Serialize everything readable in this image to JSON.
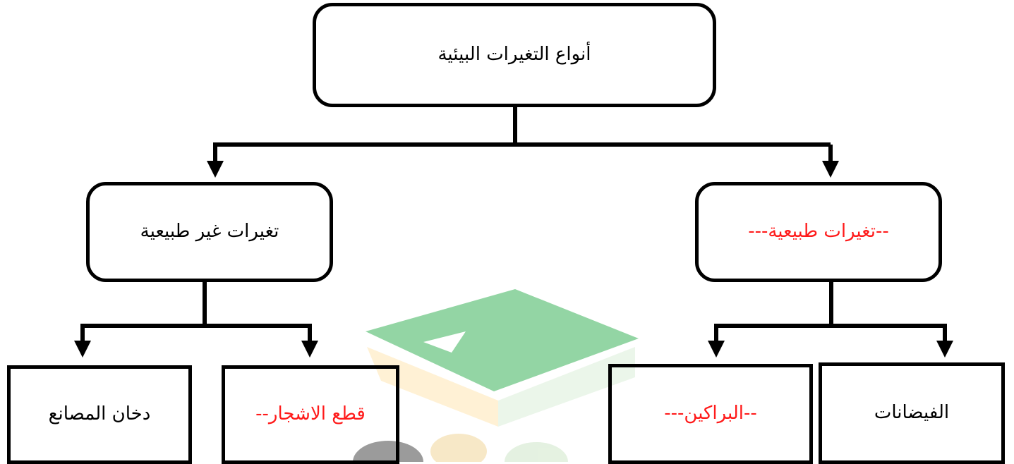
{
  "diagram": {
    "root": {
      "label": "أنواع التغيرات البيئية",
      "color": "#000000"
    },
    "branches": [
      {
        "label": "تغيرات غير طبيعية",
        "color": "#000000",
        "children": [
          {
            "label": "دخان المصانع",
            "color": "#000000"
          },
          {
            "label": "قطع الاشجار--",
            "color": "#ff1a1a"
          }
        ]
      },
      {
        "label": "--تغيرات طبيعية---",
        "color": "#ff1a1a",
        "children": [
          {
            "label": "--البراكين---",
            "color": "#ff1a1a"
          },
          {
            "label": "الفيضانات",
            "color": "#000000"
          }
        ]
      }
    ]
  },
  "watermark": {
    "icon": "graduation-cap-icon",
    "colors": [
      "#3cb35a",
      "#6e6e6e"
    ]
  }
}
